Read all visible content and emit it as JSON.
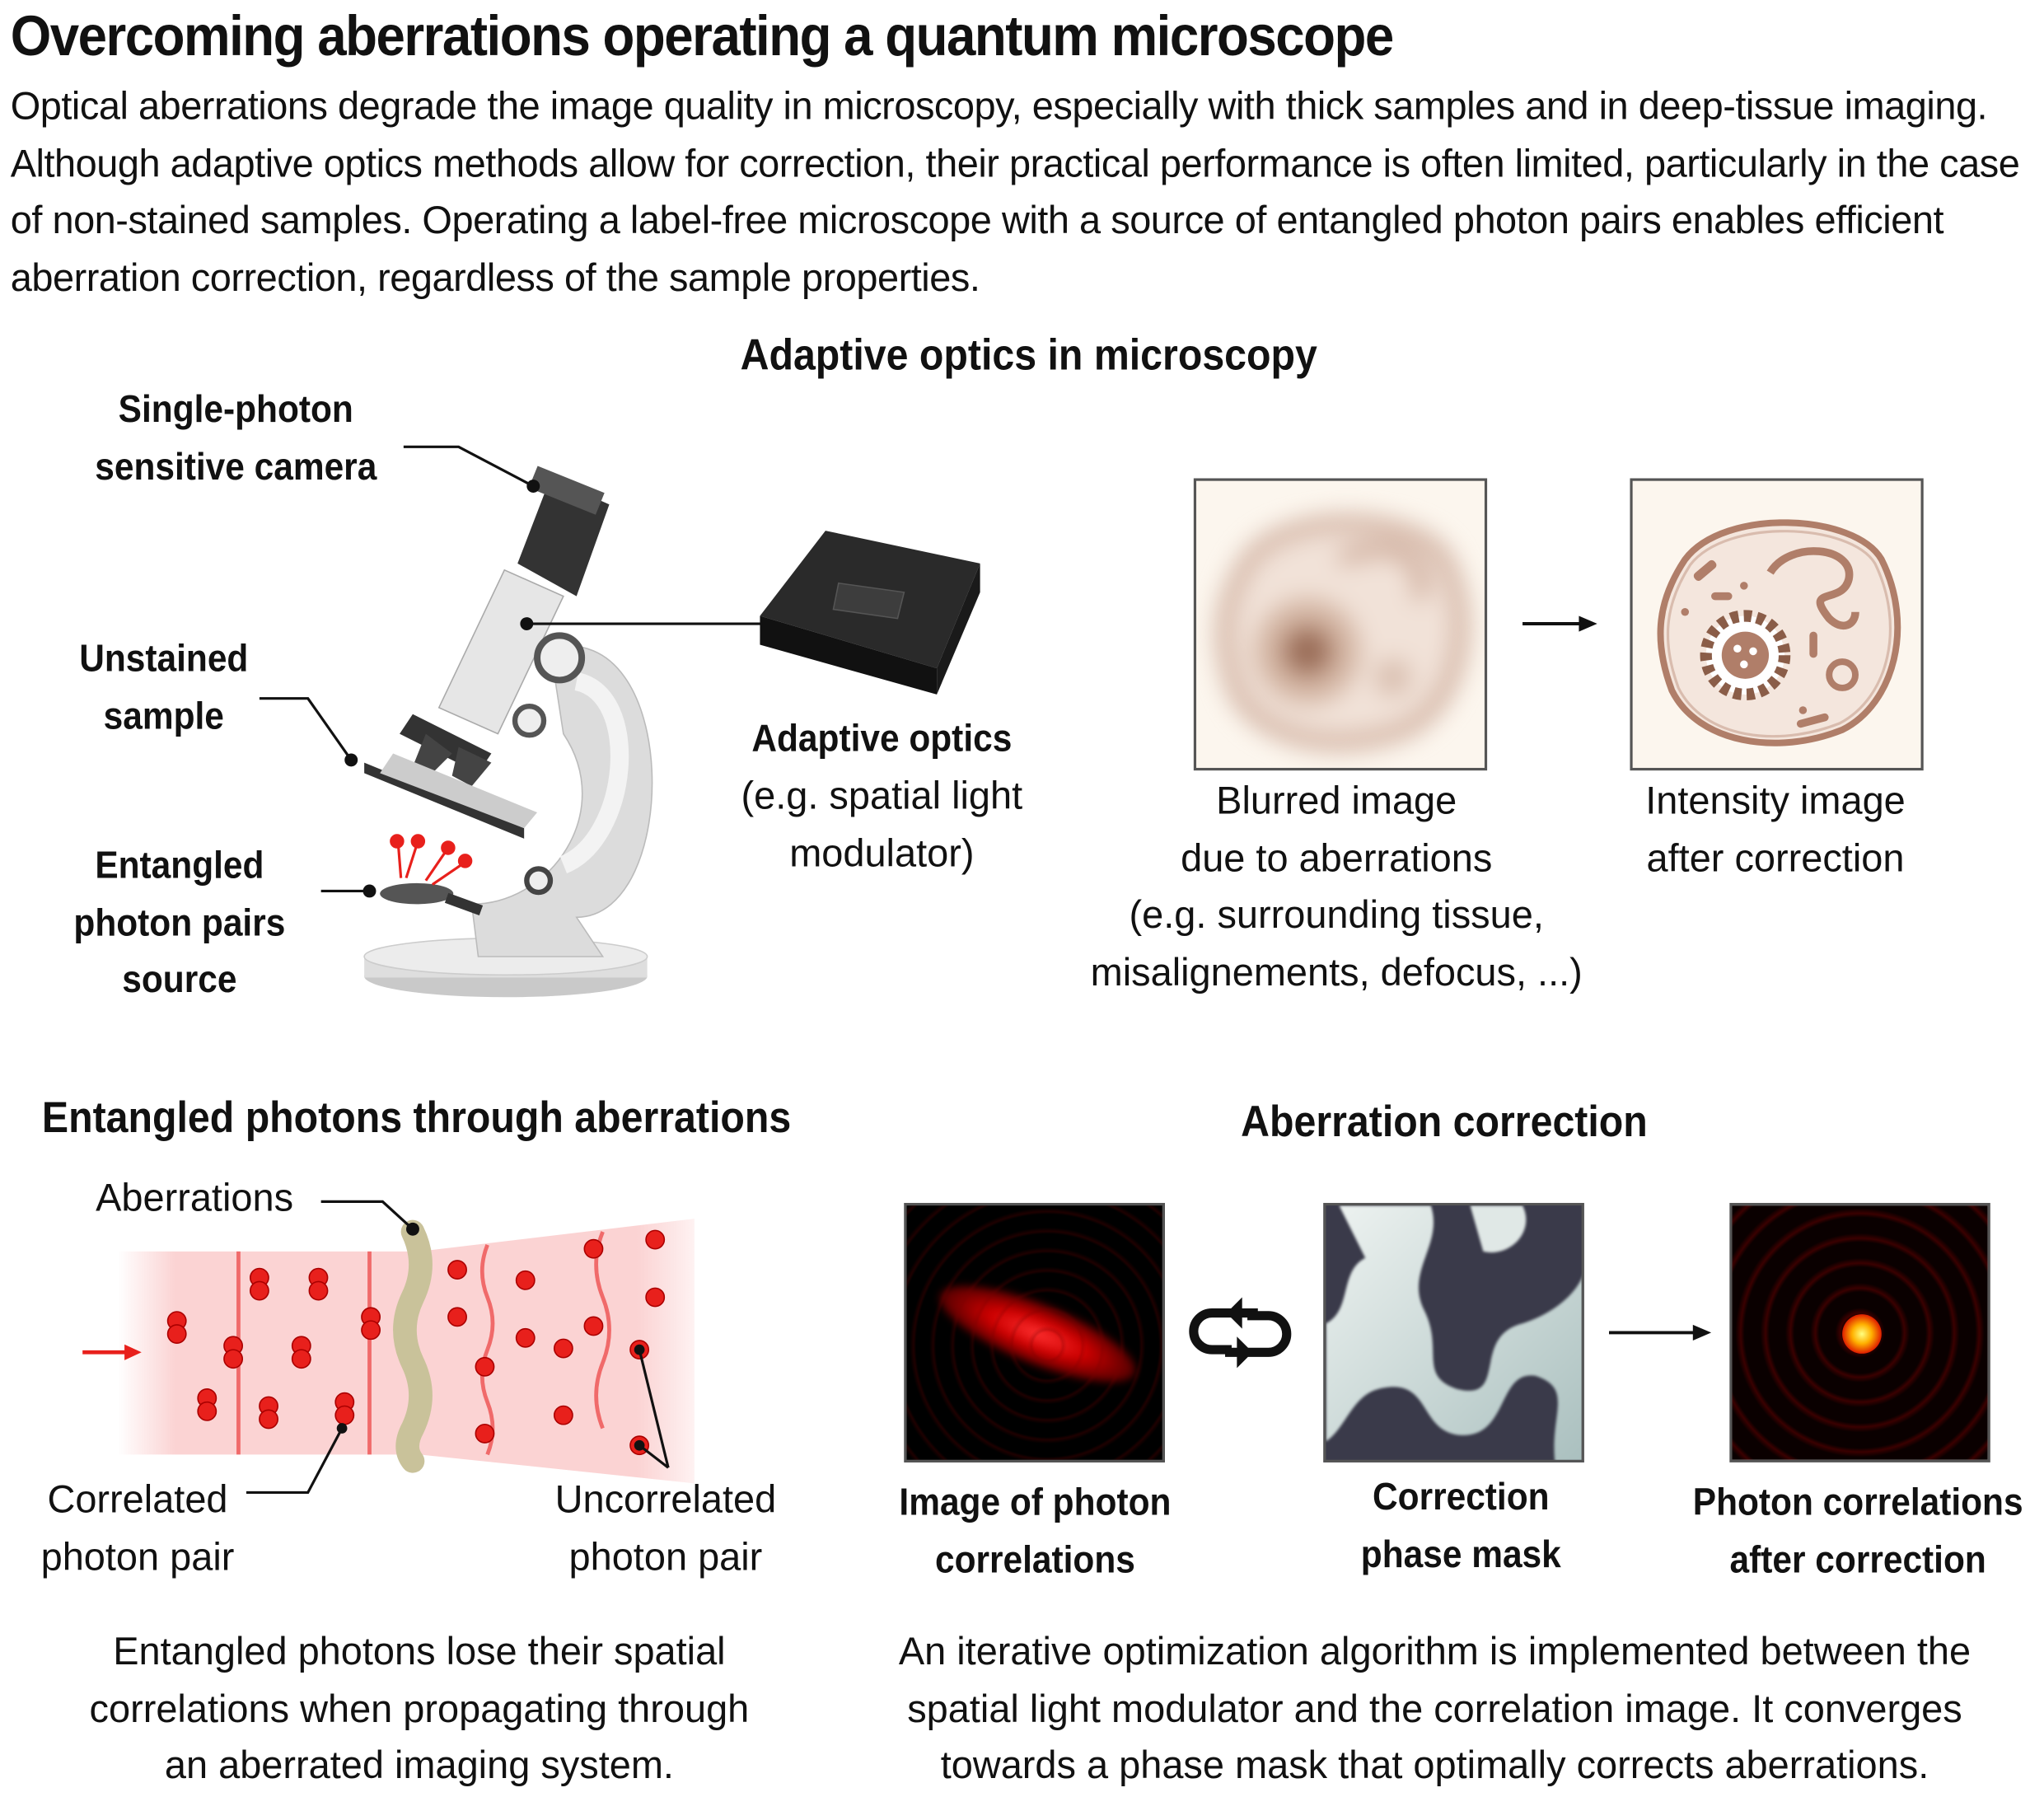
{
  "title": "Overcoming aberrations operating a quantum microscope",
  "intro": "Optical aberrations degrade the image quality in microscopy, especially with thick samples and in deep-tissue imaging. Although adaptive optics methods allow for correction, their practical performance is often limited, particularly in the case of non-stained samples. Operating a label-free microscope with a source of entangled photon pairs enables efficient aberration correction, regardless of the sample properties.",
  "adaptive": {
    "heading": "Adaptive optics in microscopy",
    "camera_label": [
      "Single-photon",
      "sensitive camera"
    ],
    "sample_label": [
      "Unstained",
      "sample"
    ],
    "source_label": [
      "Entangled",
      "photon pairs",
      "source"
    ],
    "slm_label": "Adaptive optics",
    "slm_caption": [
      "(e.g. spatial light",
      "modulator)"
    ],
    "blurred_caption": [
      "Blurred image",
      "due to aberrations",
      "(e.g. surrounding tissue,",
      "misalignements, defocus, ...)"
    ],
    "corrected_caption": [
      "Intensity image",
      "after correction"
    ]
  },
  "entangled": {
    "heading": "Entangled photons through aberrations",
    "aberrations_label": "Aberrations",
    "correlated_label": [
      "Correlated",
      "photon pair"
    ],
    "uncorrelated_label": [
      "Uncorrelated",
      "photon pair"
    ],
    "caption": [
      "Entangled photons lose their spatial",
      "correlations when propagating through",
      "an aberrated imaging system."
    ]
  },
  "correction": {
    "heading": "Aberration correction",
    "image1_label": [
      "Image of photon",
      "correlations"
    ],
    "image2_label": [
      "Correction",
      "phase mask"
    ],
    "image3_label": [
      "Photon correlations",
      "after correction"
    ],
    "caption": [
      "An iterative optimization algorithm is implemented between the",
      "spatial light modulator and the correlation image. It converges",
      "towards a phase mask that optimally corrects aberrations."
    ]
  },
  "colors": {
    "photon": "#e8201c",
    "beam": "#fbd3d3",
    "cell": "#a4705a",
    "frame": "#555555"
  }
}
